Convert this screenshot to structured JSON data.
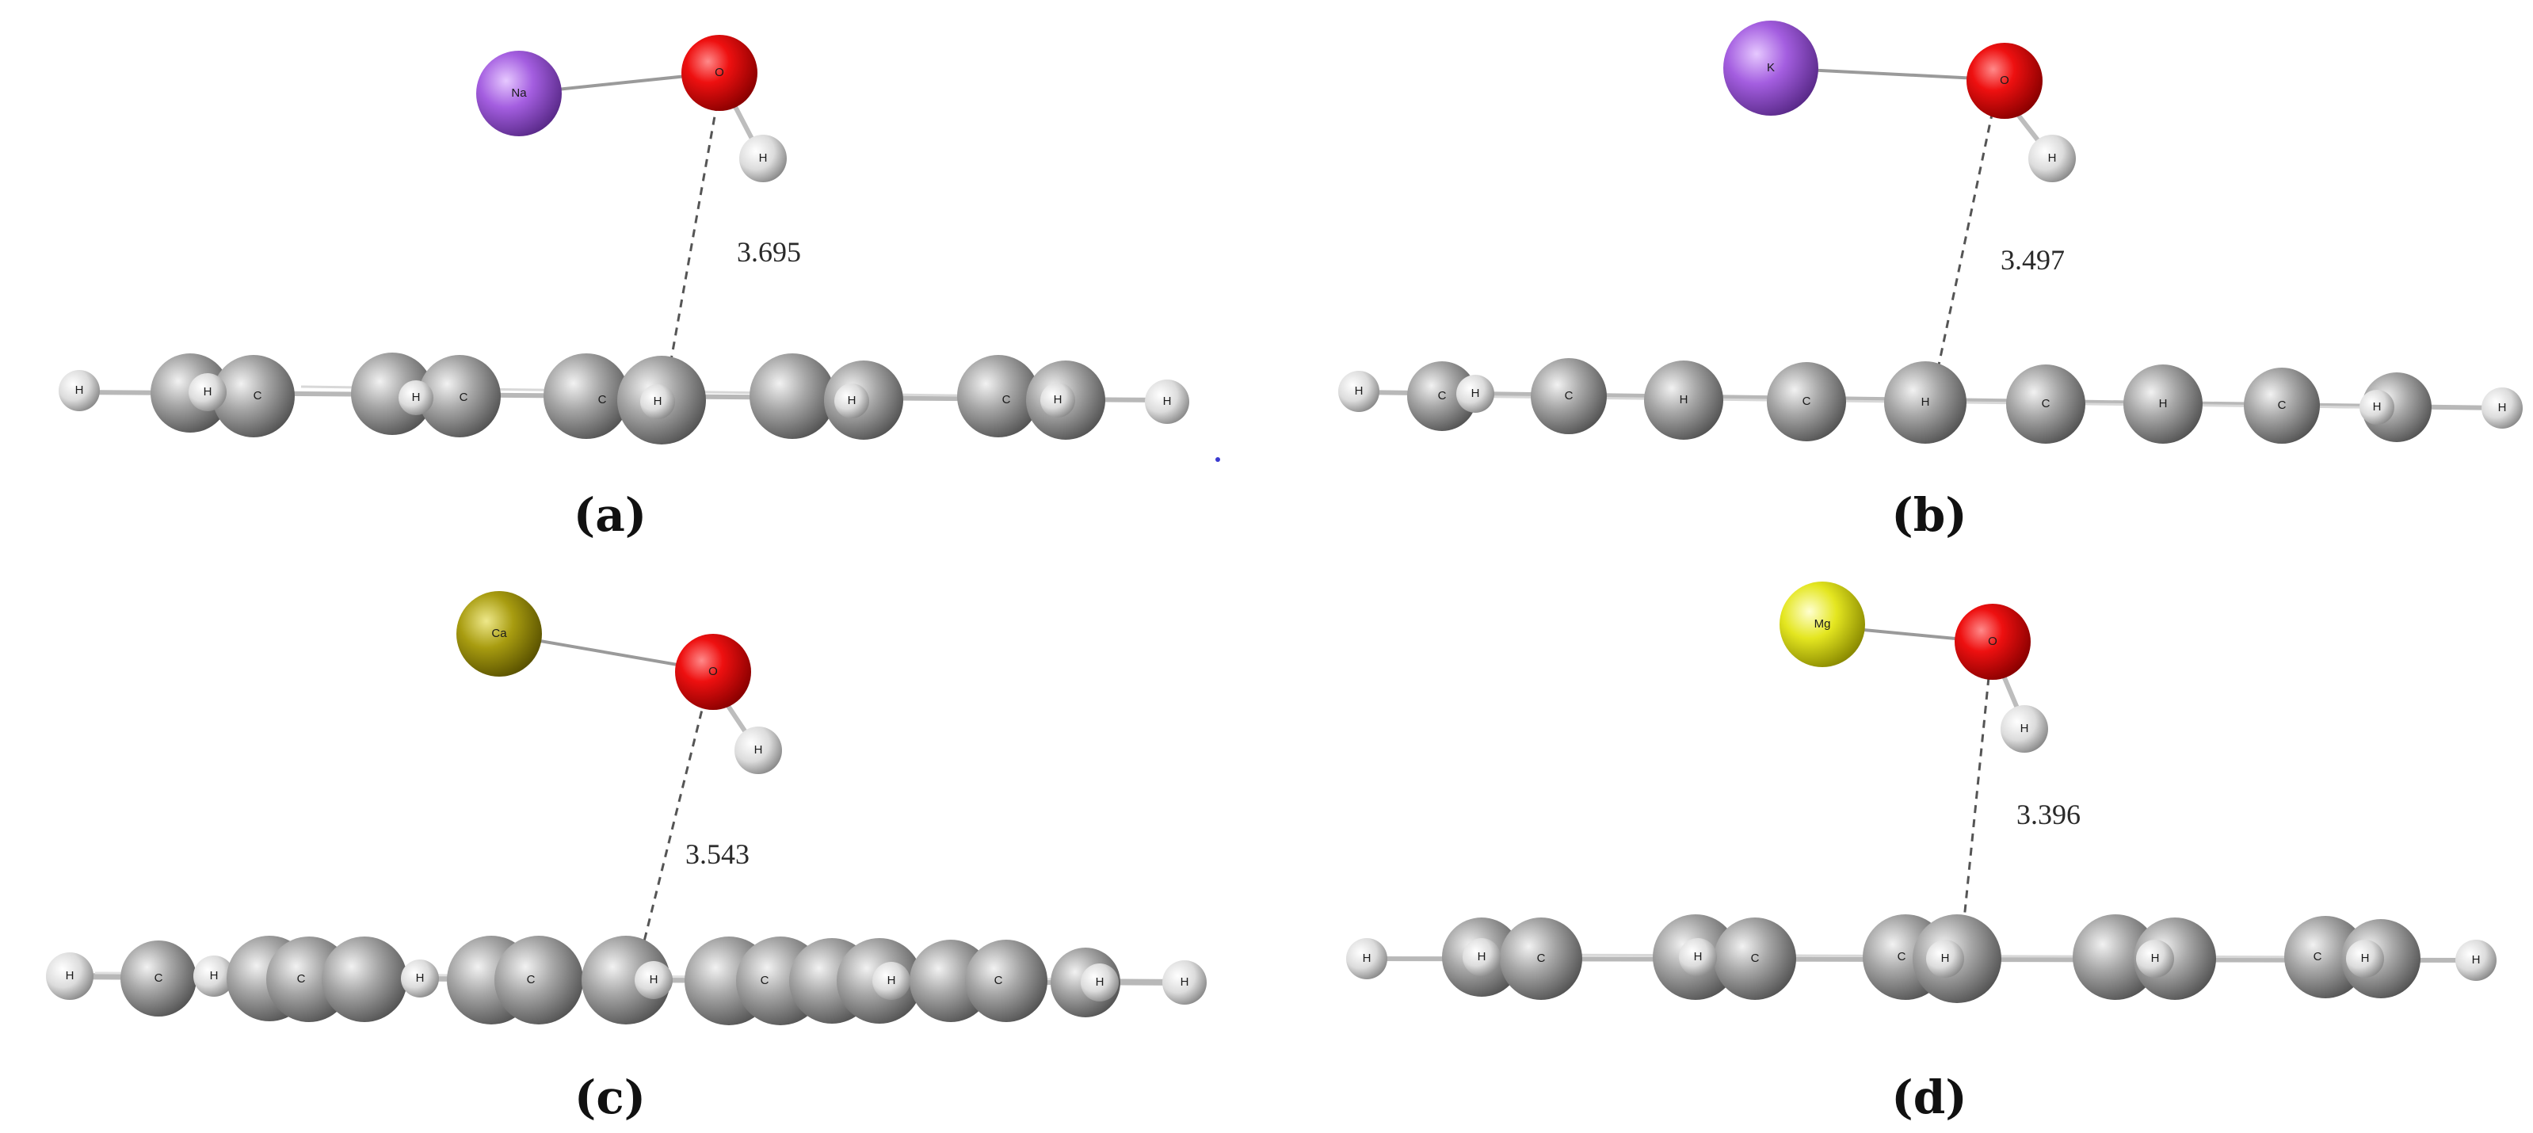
{
  "panels": [
    {
      "id": "a",
      "label": "(a)",
      "metal": {
        "symbol": "Na",
        "color": "#a45ee0"
      },
      "oxygen": {
        "symbol": "O"
      },
      "hydrogen": {
        "symbol": "H"
      },
      "distance": "3.695",
      "chain_atoms": [
        "H",
        "H",
        "C",
        "H",
        "C",
        "C",
        "H",
        "H",
        "C",
        "H",
        "H"
      ]
    },
    {
      "id": "b",
      "label": "(b)",
      "metal": {
        "symbol": "K",
        "color": "#9b4fd8"
      },
      "oxygen": {
        "symbol": "O"
      },
      "hydrogen": {
        "symbol": "H"
      },
      "distance": "3.497",
      "chain_atoms": [
        "H",
        "C",
        "H",
        "C",
        "H",
        "C",
        "H",
        "C",
        "H",
        "C",
        "H",
        "H"
      ]
    },
    {
      "id": "c",
      "label": "(c)",
      "metal": {
        "symbol": "Ca",
        "color": "#a89c10"
      },
      "oxygen": {
        "symbol": "O"
      },
      "hydrogen": {
        "symbol": "H"
      },
      "distance": "3.543",
      "chain_atoms": [
        "H",
        "C",
        "H",
        "C",
        "H",
        "C",
        "H",
        "C",
        "H",
        "C",
        "H",
        "H"
      ]
    },
    {
      "id": "d",
      "label": "(d)",
      "metal": {
        "symbol": "Mg",
        "color": "#dde020"
      },
      "oxygen": {
        "symbol": "O"
      },
      "hydrogen": {
        "symbol": "H"
      },
      "distance": "3.396",
      "chain_atoms": [
        "H",
        "H",
        "C",
        "H",
        "C",
        "C",
        "H",
        "H",
        "C",
        "H",
        "H"
      ]
    }
  ],
  "colors": {
    "oxygen": "#e00000",
    "hydrogen": "#e8e8e8",
    "carbon": "#8c8c8c",
    "bond": "#b0b0b0",
    "dash": "#555555"
  }
}
